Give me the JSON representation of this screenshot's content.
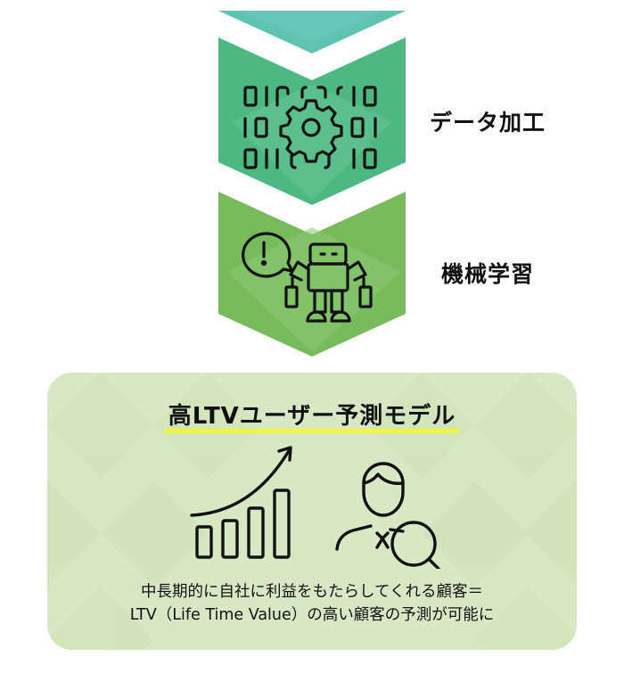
{
  "flow": {
    "steps": [
      {
        "label": "データ加工",
        "icon": "binary-gear-icon",
        "color": "#4db882"
      },
      {
        "label": "機械学習",
        "icon": "robot-alert-icon",
        "color": "#77bb5c"
      }
    ],
    "top_chevron_color": "#5ec3b1"
  },
  "result": {
    "title": "高LTVユーザー予測モデル",
    "highlight_color": "#f2f542",
    "icons": [
      "growth-chart-icon",
      "customer-search-icon"
    ],
    "description_lines": [
      "中長期的に自社に利益をもたらしてくれる顧客＝",
      "LTV（Life Time Value）の高い顧客の予測が可能に"
    ],
    "panel_color": "#d9e8c4"
  }
}
